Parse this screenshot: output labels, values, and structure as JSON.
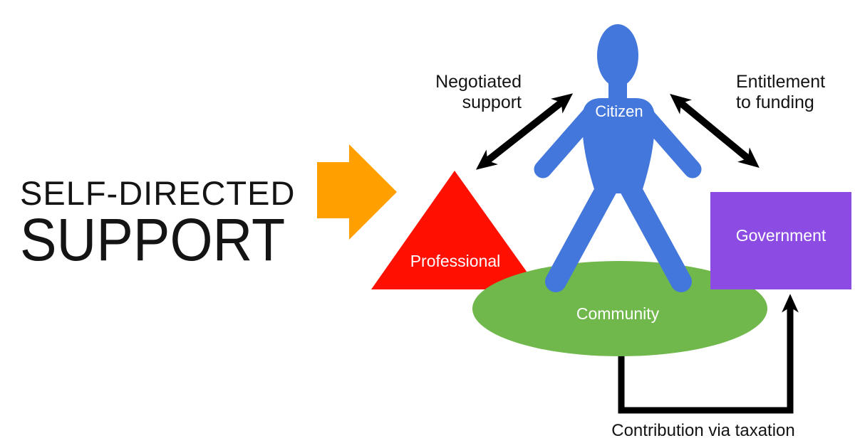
{
  "title": {
    "line1": "SELF-DIRECTED",
    "line2": "SUPPORT"
  },
  "diagram": {
    "nodes": [
      {
        "id": "citizen",
        "label": "Citizen",
        "shape": "person",
        "color": "#4377DB"
      },
      {
        "id": "professional",
        "label": "Professional",
        "shape": "triangle",
        "color": "#FF1000"
      },
      {
        "id": "government",
        "label": "Government",
        "shape": "rectangle",
        "color": "#8C4BE2"
      },
      {
        "id": "community",
        "label": "Community",
        "shape": "ellipse",
        "color": "#70B84C"
      }
    ],
    "edges": [
      {
        "label": "Negotiated support",
        "from": "professional",
        "to": "citizen",
        "type": "double-arrow"
      },
      {
        "label": "Entitlement to funding",
        "from": "citizen",
        "to": "government",
        "type": "double-arrow"
      },
      {
        "label": "Contribution via taxation",
        "from": "community",
        "to": "government",
        "type": "single-arrow"
      }
    ]
  },
  "icons": [
    {
      "name": "transition-right-arrow",
      "color": "#FFA000"
    }
  ],
  "colors": {
    "citizen_blue": "#4377DB",
    "professional_red": "#FF1000",
    "community_green": "#70B84C",
    "government_purple": "#8C4BE2",
    "arrow_orange": "#FFA000",
    "connector_black": "#000000",
    "label_white": "#FFFFFF",
    "title_black": "#141414",
    "background": "#FFFFFF"
  }
}
